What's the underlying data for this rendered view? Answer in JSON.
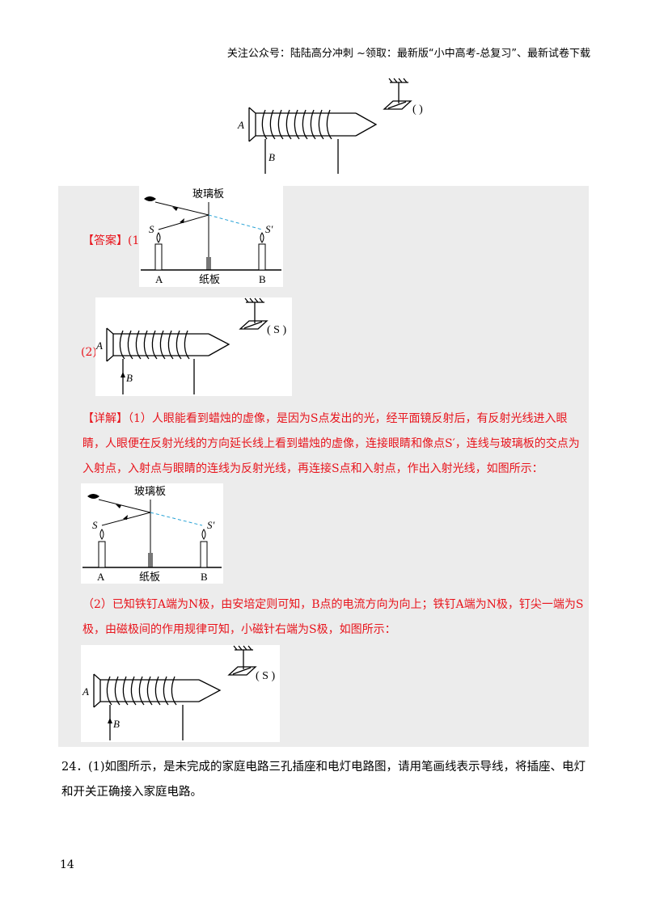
{
  "header": {
    "text": "关注公众号：陆陆高分冲刺  ~领取：最新版“小中高考-总复习”、最新试卷下载"
  },
  "nail_figure": {
    "label_a": "A",
    "label_b": "B",
    "needle_label": "( )"
  },
  "answer": {
    "tag": "【答案】",
    "part1_num": "(1)",
    "part2_num": "(2)",
    "mirror_fig": {
      "glass": "玻璃板",
      "s": "S",
      "s_prime": "S′",
      "a": "A",
      "paper": "纸板",
      "b": "B"
    },
    "nail_fig": {
      "label_a": "A",
      "label_b": "B",
      "needle": "( S )"
    }
  },
  "explain": {
    "tag": "【详解】",
    "para1": "（1）人眼能看到蜡烛的虚像，是因为S点发出的光，经平面镜反射后，有反射光线进入眼睛，人眼便在反射光线的方向延长线上看到蜡烛的虚像，连接眼睛和像点S′，连线与玻璃板的交点为入射点，入射点与眼睛的连线为反射光线，再连接S点和入射点，作出入射光线，如图所示：",
    "para2": "（2）已知铁钉A端为N极，由安培定则可知，B点的电流方向为向上；铁钉A端为N极，钉尖一端为S极，由磁极间的作用规律可知，小磁针右端为S极，如图所示："
  },
  "question24": {
    "text": "24．(1)如图所示，是未完成的家庭电路三孔插座和电灯电路图，请用笔画线表示导线，将插座、电灯和开关正确接入家庭电路。"
  },
  "page_number": "14"
}
